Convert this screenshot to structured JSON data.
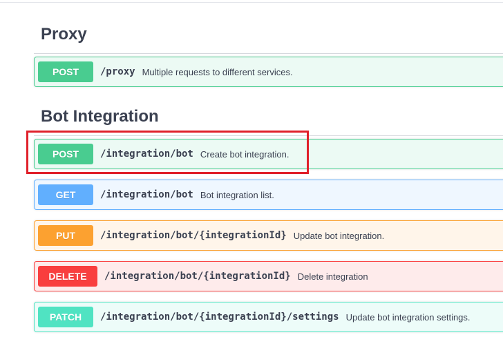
{
  "sections": [
    {
      "title": "Proxy",
      "operations": [
        {
          "method": "POST",
          "path": "/proxy",
          "description": "Multiple requests to different services."
        }
      ]
    },
    {
      "title": "Bot Integration",
      "operations": [
        {
          "method": "POST",
          "path": "/integration/bot",
          "description": "Create bot integration."
        },
        {
          "method": "GET",
          "path": "/integration/bot",
          "description": "Bot integration list."
        },
        {
          "method": "PUT",
          "path": "/integration/bot/{integrationId}",
          "description": "Update bot integration."
        },
        {
          "method": "DELETE",
          "path": "/integration/bot/{integrationId}",
          "description": "Delete integration"
        },
        {
          "method": "PATCH",
          "path": "/integration/bot/{integrationId}/settings",
          "description": "Update bot integration settings."
        }
      ]
    }
  ],
  "colors": {
    "post": "#49cc90",
    "get": "#61affe",
    "put": "#fca130",
    "delete": "#f93e3e",
    "patch": "#50e3c2",
    "highlight": "#e0202a"
  }
}
